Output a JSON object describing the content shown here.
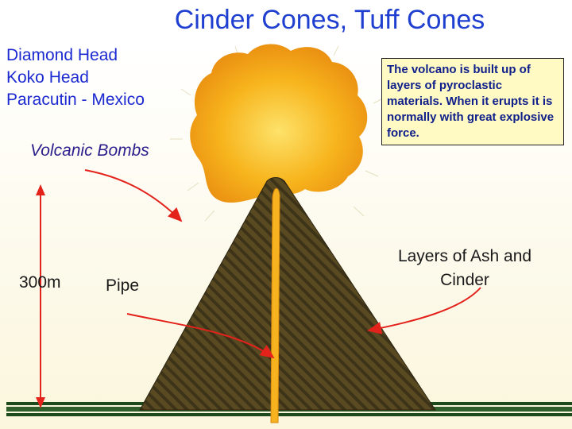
{
  "title": "Cinder Cones, Tuff Cones",
  "examples": [
    "Diamond Head",
    "Koko Head",
    "Paracutin - Mexico"
  ],
  "labels": {
    "volcanic_bombs": "Volcanic Bombs",
    "height": "300m",
    "pipe": "Pipe",
    "layers": "Layers of Ash and Cinder"
  },
  "info_box": "The volcano is built up of layers of pyroclastic materials. When it erupts it is normally with great explosive force.",
  "colors": {
    "title": "#1f3fd0",
    "cone": "#5a4a22",
    "cone_stripe": "#3d3318",
    "eruption": "#f6b21f",
    "arrow": "#e3231b",
    "info_box_bg": "#fff9c4"
  }
}
